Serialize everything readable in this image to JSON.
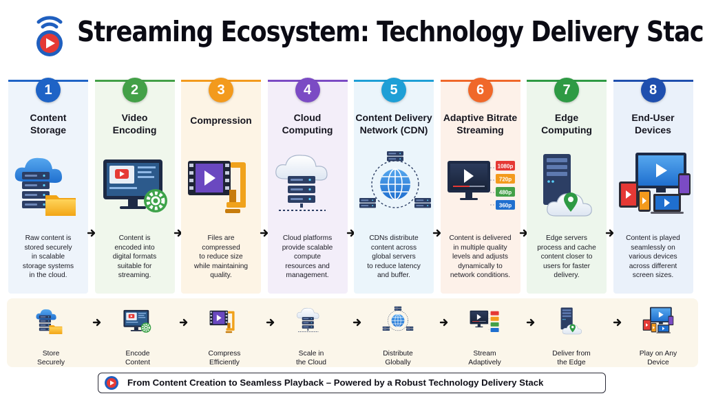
{
  "title": "Streaming Ecosystem: Technology Delivery Stack",
  "colors": {
    "brand_red": "#e53935",
    "brand_blue": "#1f5fbf",
    "server_dark": "#2c3e64",
    "background_strip": "#fbf6ea"
  },
  "stages": [
    {
      "number": "1",
      "title": "Content\nStorage",
      "description": "Raw content is\nstored securely\nin scalable\nstorage systems\nin the cloud.",
      "accent": "#1e63c6",
      "bg": "#eef4fb",
      "icon": "cloud-server-folder-icon"
    },
    {
      "number": "2",
      "title": "Video\nEncoding",
      "description": "Content is\nencoded into\ndigital formats\nsuitable for\nstreaming.",
      "accent": "#43a047",
      "bg": "#f0f7ec",
      "icon": "monitor-gear-icon"
    },
    {
      "number": "3",
      "title": "Compression",
      "description": "Files are\ncompressed\nto reduce size\nwhile maintaining\nquality.",
      "accent": "#f39a1d",
      "bg": "#fdf4e5",
      "icon": "film-clamp-icon"
    },
    {
      "number": "4",
      "title": "Cloud\nComputing",
      "description": "Cloud platforms\nprovide scalable\ncompute\nresources and\nmanagement.",
      "accent": "#7b4bc4",
      "bg": "#f3eef9",
      "icon": "cloud-server-icon"
    },
    {
      "number": "5",
      "title": "Content Delivery\nNetwork (CDN)",
      "description": "CDNs distribute\ncontent across\nglobal servers\nto reduce latency\nand buffer.",
      "accent": "#1e9fd6",
      "bg": "#ebf5fb",
      "icon": "globe-network-icon"
    },
    {
      "number": "6",
      "title": "Adaptive Bitrate\nStreaming",
      "description": "Content is delivered\nin multiple quality\nlevels and adjusts\ndynamically to\nnetwork conditions.",
      "accent": "#f0682a",
      "bg": "#fdf1e9",
      "icon": "monitor-quality-levels-icon"
    },
    {
      "number": "7",
      "title": "Edge\nComputing",
      "description": "Edge servers\nprocess and cache\ncontent closer to\nusers for faster\ndelivery.",
      "accent": "#2e9a44",
      "bg": "#edf6ec",
      "icon": "server-cloud-pin-icon"
    },
    {
      "number": "8",
      "title": "End-User\nDevices",
      "description": "Content is played\nseamlessly on\nvarious devices\nacross different\nscreen sizes.",
      "accent": "#1f4fae",
      "bg": "#eaf1fa",
      "icon": "multi-device-icon"
    }
  ],
  "quality_levels": [
    "1080p",
    "720p",
    "480p",
    "360p"
  ],
  "flow_steps": [
    {
      "label": "Store\nSecurely",
      "icon": "cloud-folder-icon"
    },
    {
      "label": "Encode\nContent",
      "icon": "monitor-gear-icon"
    },
    {
      "label": "Compress\nEfficiently",
      "icon": "film-clamp-icon"
    },
    {
      "label": "Scale in\nthe Cloud",
      "icon": "cloud-server-icon"
    },
    {
      "label": "Distribute\nGlobally",
      "icon": "globe-icon"
    },
    {
      "label": "Stream\nAdaptively",
      "icon": "monitor-quality-levels-icon"
    },
    {
      "label": "Deliver from\nthe Edge",
      "icon": "server-pin-icon"
    },
    {
      "label": "Play on Any\nDevice",
      "icon": "multi-device-icon"
    }
  ],
  "footer": {
    "text": "From Content Creation to Seamless Playback – Powered by a Robust Technology Delivery Stack",
    "icon": "play-button-icon"
  }
}
